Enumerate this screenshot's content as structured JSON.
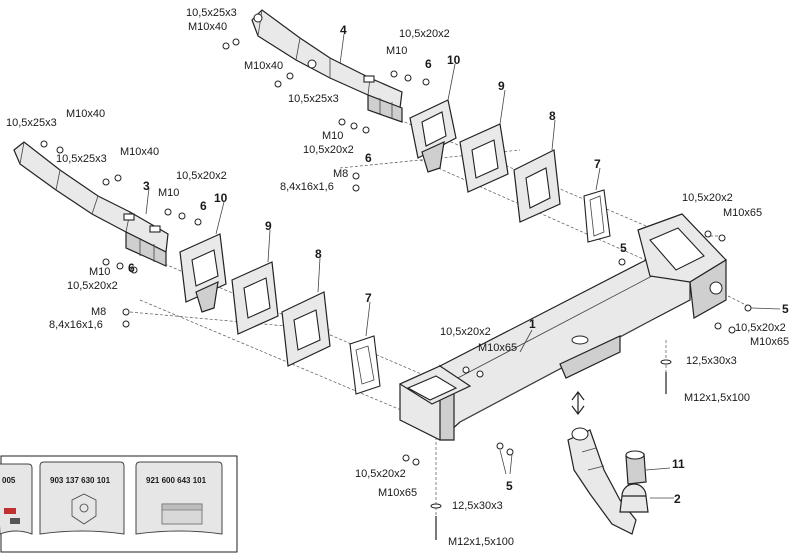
{
  "parts": {
    "p1": "1",
    "p2": "2",
    "p3": "3",
    "p4": "4",
    "p5a": "5",
    "p5b": "5",
    "p5c": "5",
    "p6a": "6",
    "p6b": "6",
    "p6c": "6",
    "p6d": "6",
    "p7a": "7",
    "p7b": "7",
    "p8a": "8",
    "p8b": "8",
    "p9a": "9",
    "p9b": "9",
    "p10a": "10",
    "p10b": "10",
    "p11": "11"
  },
  "fasteners": {
    "t1_a": "10,5x25x3",
    "t1_b": "M10x40",
    "t1_c": "M10x40",
    "t1_d": "10,5x25x3",
    "t2_a": "10,5x20x2",
    "t2_b": "M10",
    "t2_c": "M10",
    "t2_d": "10,5x20x2",
    "l1_a": "10,5x25x3",
    "l1_b": "M10x40",
    "l1_c": "10,5x25x3",
    "l1_d": "M10x40",
    "l2_a": "10,5x20x2",
    "l2_b": "M10",
    "l3_a": "M10",
    "l3_b": "10,5x20x2",
    "m8_a": "M8",
    "m8_b": "8,4x16x1,6",
    "m8_c": "M8",
    "m8_d": "8,4x16x1,6",
    "r1_a": "10,5x20x2",
    "r1_b": "M10x65",
    "r2_a": "10,5x20x2",
    "r2_b": "M10x65",
    "r3_a": "12,5x30x3",
    "r3_b": "M12x1,5x100",
    "c1_a": "10,5x20x2",
    "c1_b": "M10x65",
    "b1_a": "10,5x20x2",
    "b1_b": "M10x65",
    "b2_a": "12,5x30x3",
    "b2_b": "M12x1,5x100"
  },
  "cards": [
    {
      "code": "005"
    },
    {
      "code": "903 137 630 101"
    },
    {
      "code": "921 600 643 101"
    }
  ]
}
